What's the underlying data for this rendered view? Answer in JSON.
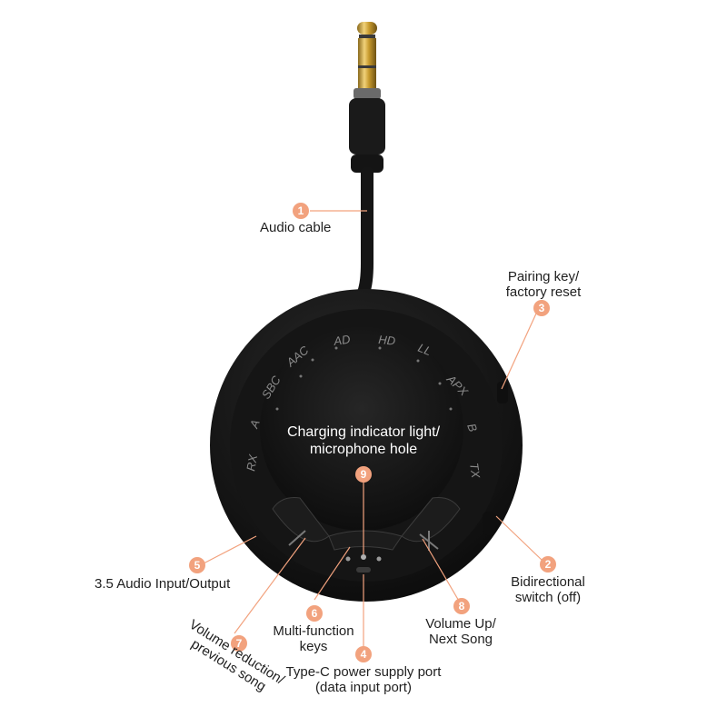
{
  "ring_labels": {
    "rx": "RX",
    "a": "A",
    "sbc": "SBC",
    "aac": "AAC",
    "ad": "AD",
    "hd": "HD",
    "ll": "LL",
    "apx": "APX",
    "b": "B",
    "tx": "TX"
  },
  "center_label": [
    "Charging indicator light/",
    "microphone hole"
  ],
  "callouts": [
    {
      "num": "1",
      "lines": [
        "Audio cable"
      ]
    },
    {
      "num": "2",
      "lines": [
        "Bidirectional",
        "switch (off)"
      ]
    },
    {
      "num": "3",
      "lines": [
        "Pairing key/",
        "factory reset"
      ]
    },
    {
      "num": "4",
      "lines": [
        "Type-C power supply port",
        "(data input port)"
      ]
    },
    {
      "num": "5",
      "lines": [
        "3.5 Audio Input/Output"
      ]
    },
    {
      "num": "6",
      "lines": [
        "Multi-function",
        "keys"
      ]
    },
    {
      "num": "7",
      "lines": [
        "Volume reduction/",
        "previous song"
      ]
    },
    {
      "num": "8",
      "lines": [
        "Volume Up/",
        "Next Song"
      ]
    },
    {
      "num": "9",
      "lines": []
    }
  ],
  "colors": {
    "badge": "#f2a27e",
    "leader": "#f2a27e",
    "device": "#111111"
  }
}
